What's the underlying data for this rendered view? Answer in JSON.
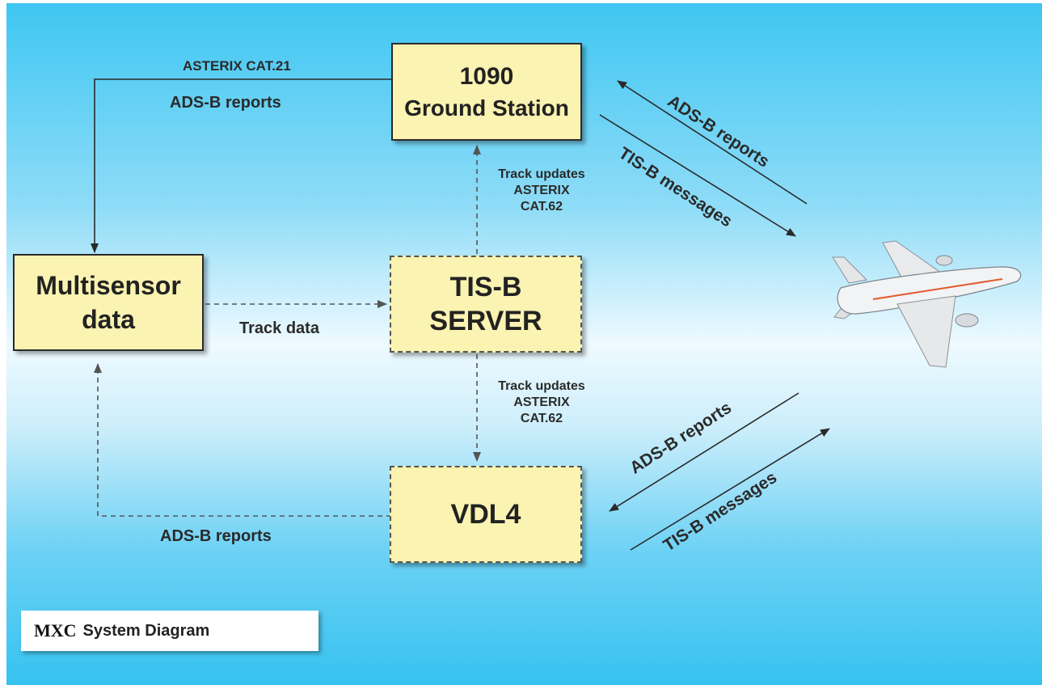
{
  "boxes": {
    "ground_station": {
      "line1": "1090",
      "line2": "Ground Station"
    },
    "multisensor": {
      "line1": "Multisensor",
      "line2": "data"
    },
    "tisb_server": {
      "line1": "TIS-B",
      "line2": "SERVER"
    },
    "vdl4": {
      "line1": "VDL4"
    }
  },
  "labels": {
    "asterix_cat21": "ASTERIX CAT.21",
    "adsb_reports_top": "ADS-B reports",
    "track_updates_top": {
      "line1": "Track updates",
      "line2": "ASTERIX",
      "line3": "CAT.62"
    },
    "track_data": "Track data",
    "track_updates_bottom": {
      "line1": "Track updates",
      "line2": "ASTERIX",
      "line3": "CAT.62"
    },
    "adsb_reports_bottom": "ADS-B reports",
    "upper_adsb_reports": "ADS-B reports",
    "upper_tisb_messages": "TIS-B messages",
    "lower_adsb_reports": "ADS-B reports",
    "lower_tisb_messages": "TIS-B messages"
  },
  "legend": {
    "mxc": "MXC",
    "title": "System Diagram"
  },
  "colors": {
    "box_fill": "#faf3b1",
    "sky_top": "#3ec6f2",
    "sky_mid": "#eefaff",
    "line": "#2a2a2a"
  }
}
